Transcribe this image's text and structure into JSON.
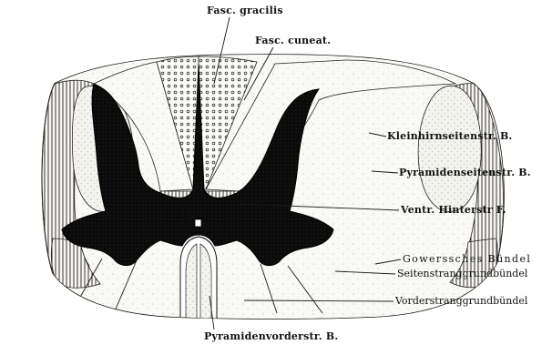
{
  "labels": {
    "fasc_gracilis": "Fasc. gracilis",
    "fasc_cuneat": "Fasc. cuneat.",
    "kleinhirn": "Kleinhirnseitenstr. B.",
    "pyramiden_seiten": "Pyramidenseitenstr. B.",
    "ventr_hinter": "Ventr. Hinterstr F.",
    "gowers": "Gowerssches Bündel",
    "seitenstrang_grund": "Seitenstranggrundbündel",
    "vorderstrang_grund": "Vorderstranggrundbündel",
    "pyramiden_vorder": "Pyramidenvorderstr. B."
  },
  "colors": {
    "ink": "#111111",
    "gray_matter": "#0a0a0a",
    "white_matter": "#f7f6f2",
    "tract_shade": "#ebebe6"
  }
}
